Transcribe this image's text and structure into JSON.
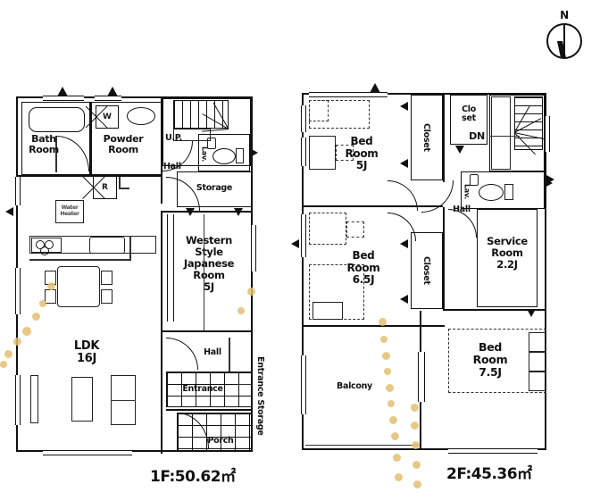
{
  "document": {
    "type": "residential-floor-plan",
    "compass": {
      "north_label": "N"
    }
  },
  "floor1": {
    "area_label": "1F:50.62㎡",
    "rooms": [
      {
        "name": "Bath Room",
        "label": "Bath\nRoom"
      },
      {
        "name": "Powder Room",
        "label": "Powder\nRoom"
      },
      {
        "name": "Hall",
        "label": "Hall"
      },
      {
        "name": "Lavatory",
        "label": "Lav."
      },
      {
        "name": "Storage",
        "label": "Storage"
      },
      {
        "name": "Stairs Up",
        "label": "U.P."
      },
      {
        "name": "Western Style Japanese Room",
        "label": "Western\nStyle\nJapanese\nRoom\n5J"
      },
      {
        "name": "LDK",
        "label": "LDK\n16J"
      },
      {
        "name": "Entrance Hall",
        "label": "Hall"
      },
      {
        "name": "Entrance",
        "label": "Entrance"
      },
      {
        "name": "Porch",
        "label": "Porch"
      },
      {
        "name": "Entrance Storage",
        "label": "Entrance Storage"
      }
    ],
    "fixtures": [
      {
        "name": "washing-machine",
        "label": "W"
      },
      {
        "name": "refrigerator",
        "label": "R"
      },
      {
        "name": "water-heater",
        "label": "Water\nHeater"
      }
    ]
  },
  "floor2": {
    "area_label": "2F:45.36㎡",
    "rooms": [
      {
        "name": "Bed Room 5J",
        "label": "Bed\nRoom\n5J"
      },
      {
        "name": "Bed Room 6.5J",
        "label": "Bed\nRoom\n6.5J"
      },
      {
        "name": "Bed Room 7.5J",
        "label": "Bed\nRoom\n7.5J"
      },
      {
        "name": "Closet Upper",
        "label": "Closet"
      },
      {
        "name": "Closet Lower",
        "label": "Closet"
      },
      {
        "name": "Closet Small",
        "label": "Clo\nset"
      },
      {
        "name": "Stairs Down",
        "label": "DN"
      },
      {
        "name": "Lavatory",
        "label": "Lav."
      },
      {
        "name": "Hall",
        "label": "Hall"
      },
      {
        "name": "Service Room",
        "label": "Service\nRoom\n2.2J"
      },
      {
        "name": "Balcony",
        "label": "Balcony"
      }
    ]
  },
  "colors": {
    "ink": "#111111",
    "paper": "#ffffff",
    "watermark_dot": "#e3bf72"
  }
}
